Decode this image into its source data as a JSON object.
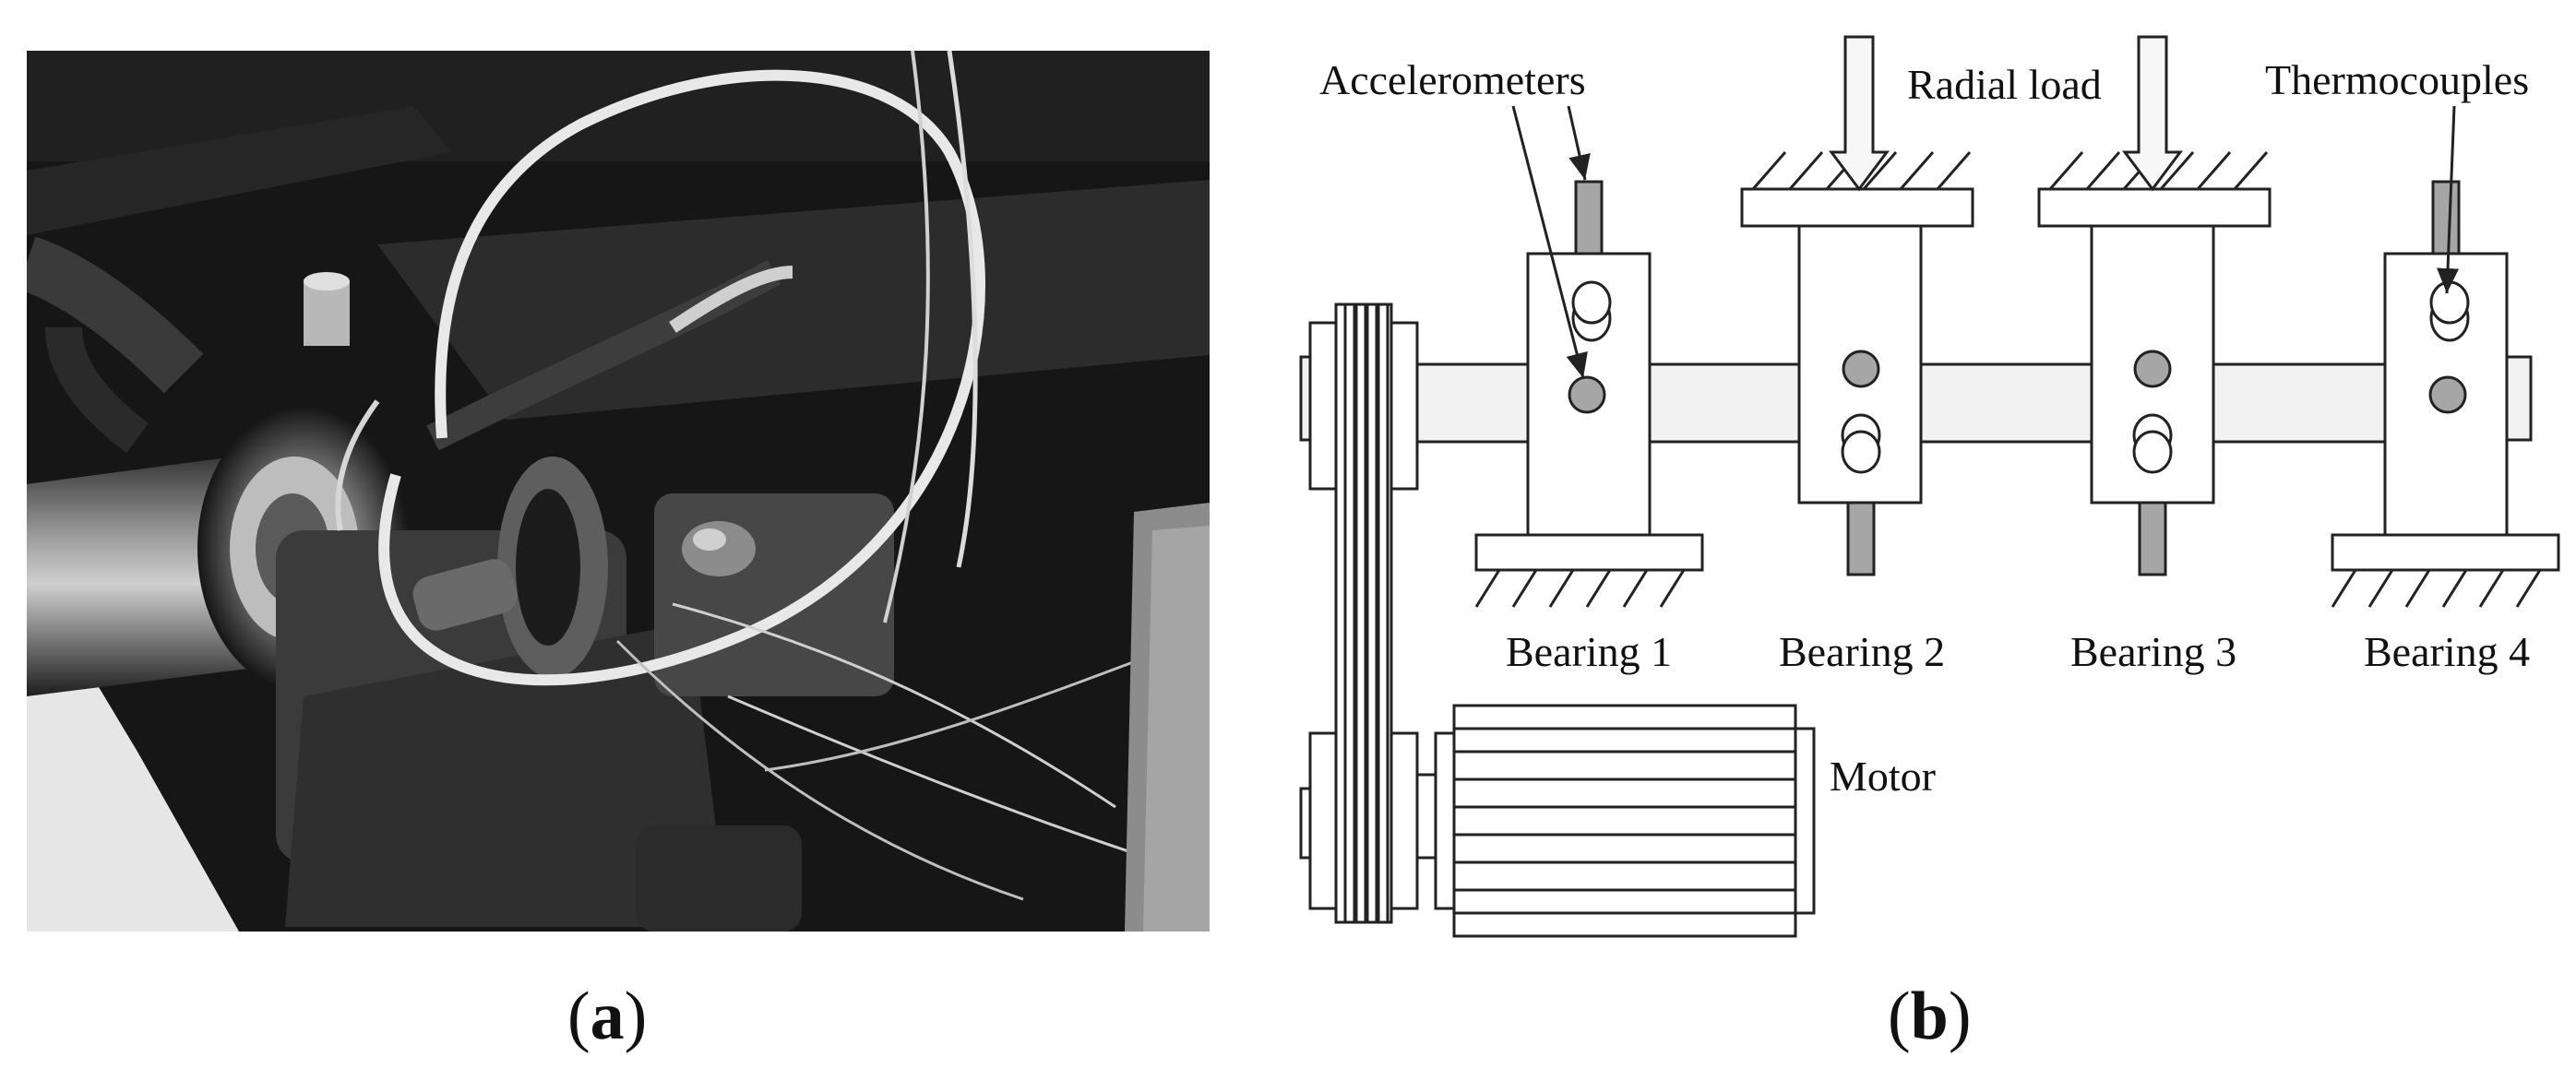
{
  "panel_a": {
    "caption_open": "(",
    "caption_letter": "a",
    "caption_close": ")"
  },
  "panel_b": {
    "caption_open": "(",
    "caption_letter": "b",
    "caption_close": ")",
    "labels": {
      "accelerometers": "Accelerometers",
      "radial_load": "Radial load",
      "thermocouples": "Thermocouples",
      "bearing_1": "Bearing 1",
      "bearing_2": "Bearing 2",
      "bearing_3": "Bearing 3",
      "bearing_4": "Bearing 4",
      "motor": "Motor"
    }
  },
  "colors": {
    "stroke": "#222222",
    "sensor_fill": "#a6a6a6",
    "shaft_fill": "#f2f2f2",
    "arrow_fill": "#f7f7f7",
    "photo_bg": "#1a1a1a"
  }
}
